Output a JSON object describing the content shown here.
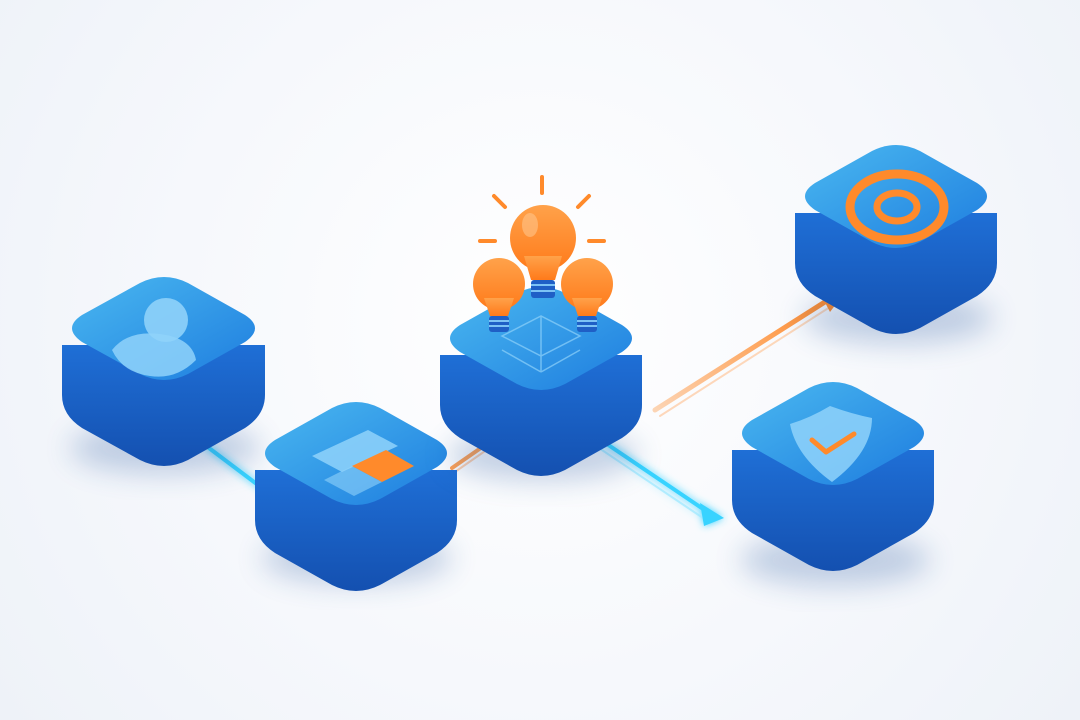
{
  "diagram": {
    "type": "isometric-process-flow",
    "colors": {
      "background": "#f5f7fb",
      "tile_top_light": "#43b2ee",
      "tile_top_dark": "#1f7fe0",
      "tile_side_light": "#1f6fd6",
      "tile_side_dark": "#1352b3",
      "icon_glass": "#8fd2fa",
      "accent_orange": "#ff8a2b",
      "accent_cyan": "#37d3ff"
    },
    "nodes": [
      {
        "id": "user",
        "icon": "user-icon"
      },
      {
        "id": "document",
        "icon": "document-icon"
      },
      {
        "id": "ideas",
        "icon": "lightbulbs-icon"
      },
      {
        "id": "goal",
        "icon": "target-icon"
      },
      {
        "id": "security",
        "icon": "shield-check-icon"
      }
    ],
    "connectors": [
      {
        "from": "user",
        "to": "document",
        "style": "cyan-glow"
      },
      {
        "from": "document",
        "to": "ideas",
        "style": "orange-arrow"
      },
      {
        "from": "ideas",
        "to": "goal",
        "style": "orange-arrow"
      },
      {
        "from": "ideas",
        "to": "security",
        "style": "cyan-arrow"
      }
    ]
  }
}
